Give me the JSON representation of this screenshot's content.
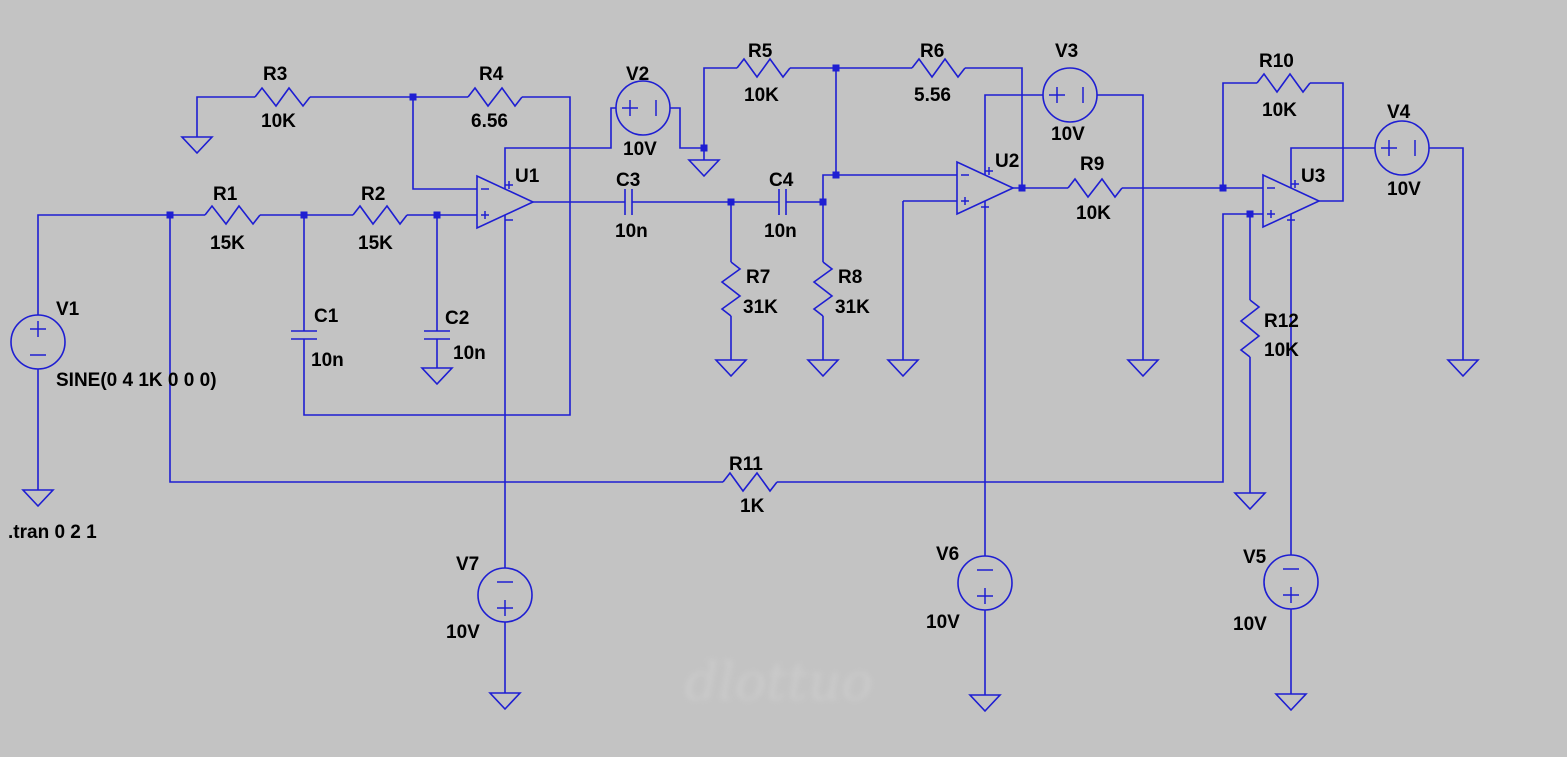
{
  "app": {
    "kind": "spice-schematic"
  },
  "colors": {
    "background": "#c3c3c3",
    "wire": "#1e1ed2",
    "text": "#000000"
  },
  "directive": ".tran 0 2 1",
  "watermark": {
    "text": "dlottuo"
  },
  "components": {
    "V1": {
      "ref": "V1",
      "value": "SINE(0 4 1K 0 0 0)"
    },
    "V2": {
      "ref": "V2",
      "value": "10V"
    },
    "V3": {
      "ref": "V3",
      "value": "10V"
    },
    "V4": {
      "ref": "V4",
      "value": "10V"
    },
    "V5": {
      "ref": "V5",
      "value": "10V"
    },
    "V6": {
      "ref": "V6",
      "value": "10V"
    },
    "V7": {
      "ref": "V7",
      "value": "10V"
    },
    "R1": {
      "ref": "R1",
      "value": "15K"
    },
    "R2": {
      "ref": "R2",
      "value": "15K"
    },
    "R3": {
      "ref": "R3",
      "value": "10K"
    },
    "R4": {
      "ref": "R4",
      "value": "6.56"
    },
    "R5": {
      "ref": "R5",
      "value": "10K"
    },
    "R6": {
      "ref": "R6",
      "value": "5.56"
    },
    "R7": {
      "ref": "R7",
      "value": "31K"
    },
    "R8": {
      "ref": "R8",
      "value": "31K"
    },
    "R9": {
      "ref": "R9",
      "value": "10K"
    },
    "R10": {
      "ref": "R10",
      "value": "10K"
    },
    "R11": {
      "ref": "R11",
      "value": "1K"
    },
    "R12": {
      "ref": "R12",
      "value": "10K"
    },
    "C1": {
      "ref": "C1",
      "value": "10n"
    },
    "C2": {
      "ref": "C2",
      "value": "10n"
    },
    "C3": {
      "ref": "C3",
      "value": "10n"
    },
    "C4": {
      "ref": "C4",
      "value": "10n"
    },
    "U1": {
      "ref": "U1"
    },
    "U2": {
      "ref": "U2"
    },
    "U3": {
      "ref": "U3"
    }
  }
}
